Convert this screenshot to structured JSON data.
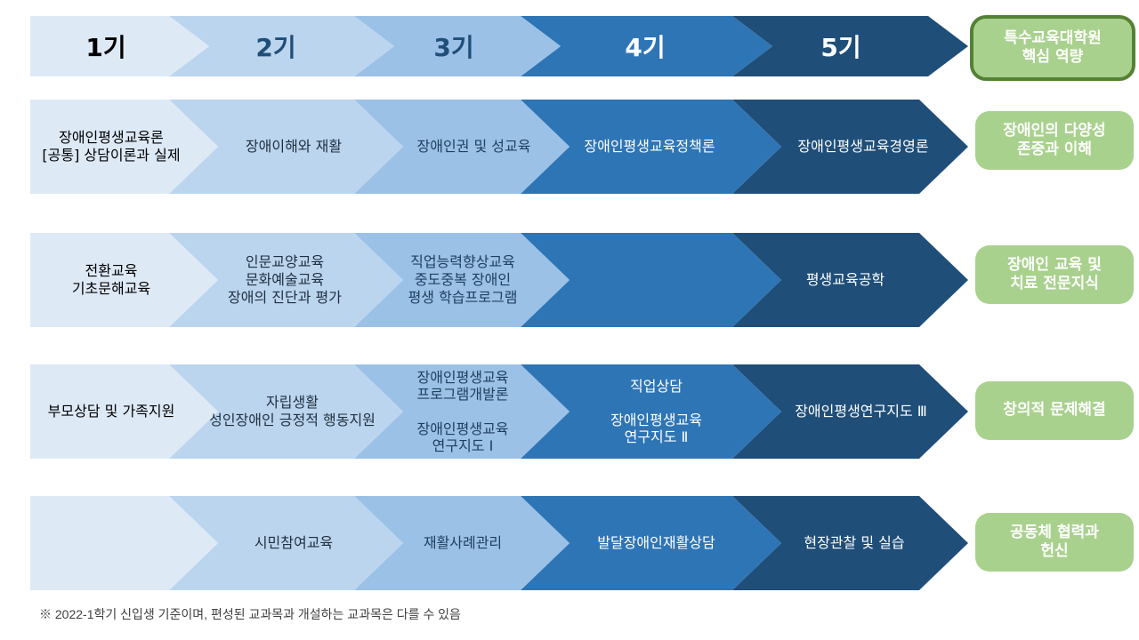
{
  "colors": {
    "stage_fills": [
      "#dee9f6",
      "#bcd5ee",
      "#9bc1e6",
      "#2e75b6",
      "#1f4e79"
    ],
    "stage_text": [
      "#000000",
      "#1f4e79",
      "#1f4e79",
      "#ffffff",
      "#ffffff"
    ],
    "competency_fill": "#a9d18e",
    "competency_border": "#548235"
  },
  "header": {
    "stages": [
      "1기",
      "2기",
      "3기",
      "4기",
      "5기"
    ],
    "competency_title": "특수교육대학원\n핵심 역량"
  },
  "rows": [
    {
      "courses": [
        "장애인평생교육론\n[공통] 상담이론과 실제",
        "장애이해와 재활",
        "장애인권 및 성교육",
        "장애인평생교육정책론",
        "장애인평생교육경영론"
      ],
      "competency": "장애인의 다양성\n존중과 이해"
    },
    {
      "courses": [
        "전환교육\n기초문해교육",
        "인문교양교육\n문화예술교육\n장애의 진단과 평가",
        "직업능력향상교육\n중도중복 장애인\n평생 학습프로그램",
        "",
        "평생교육공학"
      ],
      "competency": "장애인 교육 및\n치료 전문지식"
    },
    {
      "courses": [
        "부모상담 및 가족지원",
        "자립생활\n성인장애인 긍정적 행동지원",
        "장애인평생교육\n프로그램개발론\n\n장애인평생교육\n연구지도 Ⅰ",
        "직업상담\n\n장애인평생교육\n연구지도 Ⅱ",
        "장애인평생연구지도 Ⅲ"
      ],
      "competency": "창의적 문제해결"
    },
    {
      "courses": [
        "",
        "시민참여교육",
        "재활사례관리",
        "발달장애인재활상담",
        "현장관찰 및 실습"
      ],
      "competency": "공동체 협력과\n헌신"
    }
  ],
  "footnote": "※ 2022-1학기 신입생 기준이며, 편성된 교과목과 개설하는 교과목은 다를 수 있음"
}
